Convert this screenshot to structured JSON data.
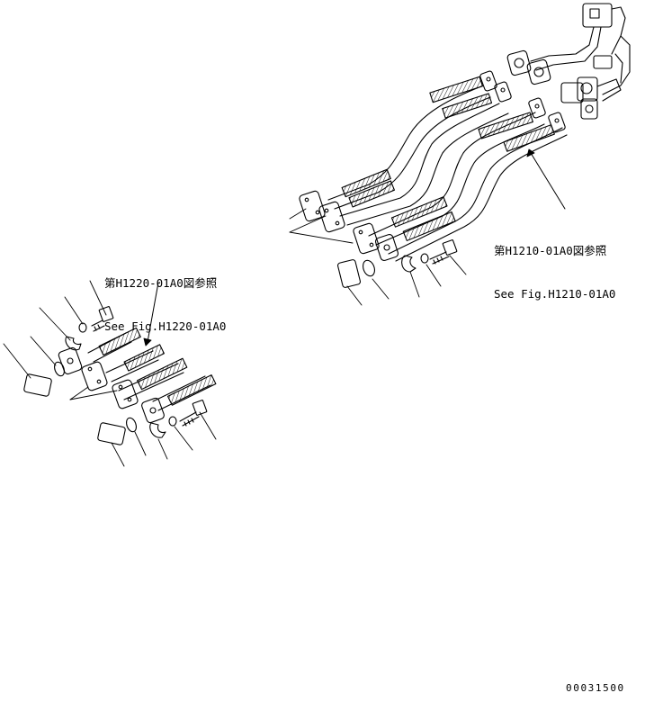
{
  "references": {
    "left": {
      "line1": "第H1220-01A0図参照",
      "line2": "See Fig.H1220-01A0"
    },
    "right": {
      "line1": "第H1210-01A0図参照",
      "line2": "See Fig.H1210-01A0"
    }
  },
  "drawing_number": "00031500"
}
